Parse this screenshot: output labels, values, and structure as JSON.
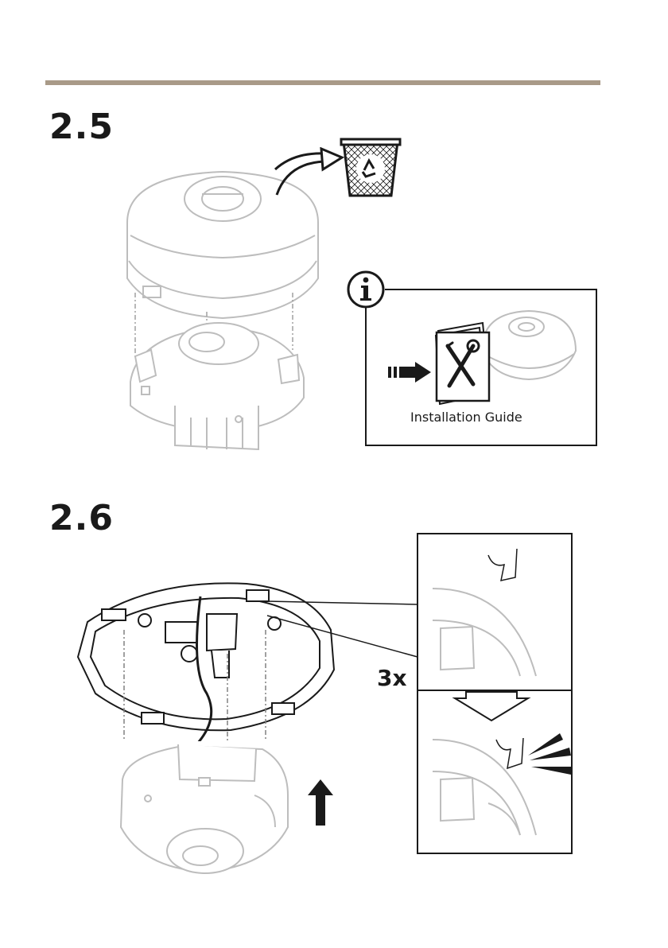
{
  "steps": [
    {
      "number": "2.5"
    },
    {
      "number": "2.6"
    }
  ],
  "info_box": {
    "caption": "Installation Guide"
  },
  "detail": {
    "repeat_count": "3x"
  },
  "icons": [
    "recycle-bin-icon",
    "info-icon",
    "arrow-icon",
    "tools-icon",
    "up-arrow-icon",
    "click-sound-icon"
  ]
}
